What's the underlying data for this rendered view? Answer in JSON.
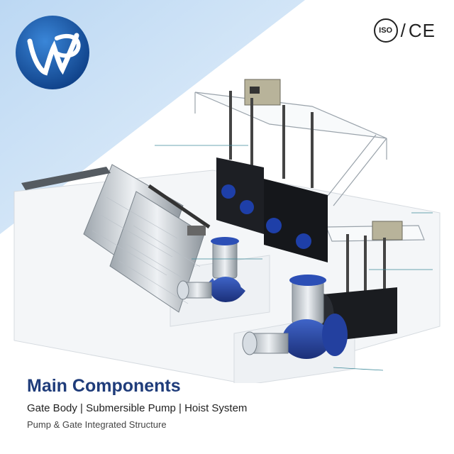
{
  "brand": {
    "logo_icon": "wp-logo-icon",
    "colors": {
      "primary": "#1a5fb4",
      "accent": "#1f3c7a",
      "sky": "#cfe3f7"
    }
  },
  "certifications": {
    "iso_label": "ISO",
    "separator": "/",
    "ce_label": "CE"
  },
  "caption": {
    "title": "Main Components",
    "subtitle": "Gate Body | Submersible Pump | Hoist System",
    "tagline": "Pump & Gate Integrated Structure"
  }
}
